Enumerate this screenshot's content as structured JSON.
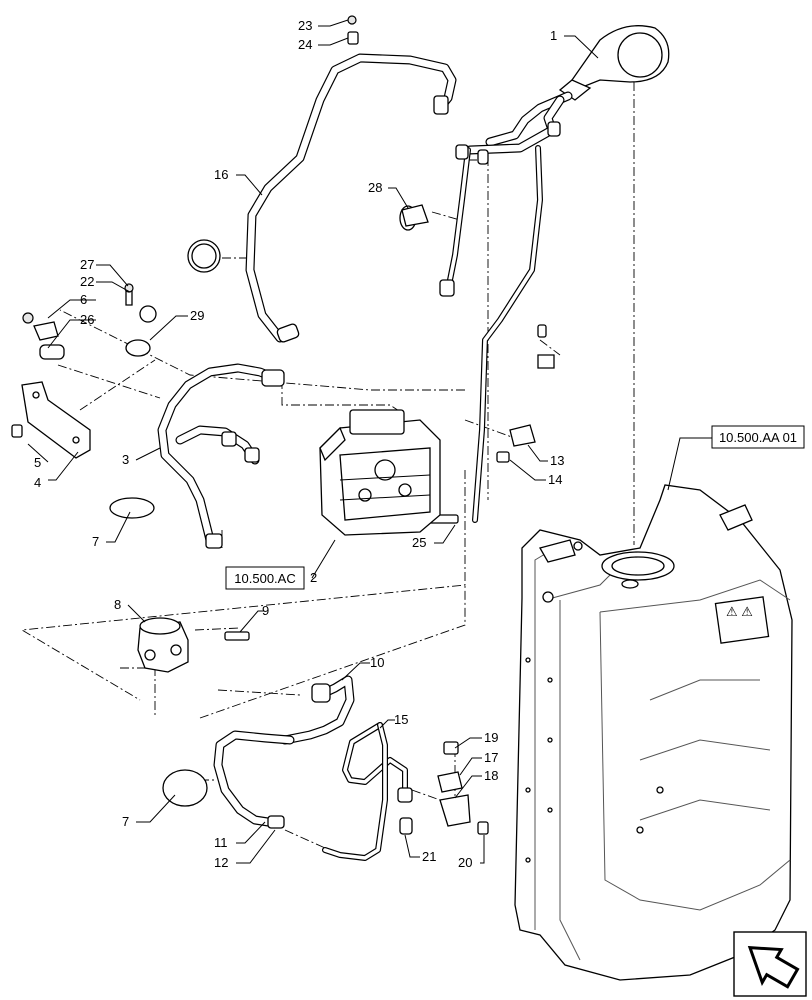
{
  "callouts": {
    "c1": "1",
    "c2": "2",
    "c3": "3",
    "c4": "4",
    "c5": "5",
    "c6": "6",
    "c7a": "7",
    "c7b": "7",
    "c8": "8",
    "c9": "9",
    "c10": "10",
    "c11": "11",
    "c12": "12",
    "c13": "13",
    "c14": "14",
    "c15": "15",
    "c16": "16",
    "c17": "17",
    "c18": "18",
    "c19": "19",
    "c20": "20",
    "c21": "21",
    "c22": "22",
    "c23": "23",
    "c24": "24",
    "c25": "25",
    "c26": "26",
    "c27": "27",
    "c28": "28",
    "c29": "29"
  },
  "refs": {
    "tank_ref": "10.500.AA 01",
    "module_ref": "10.500.AC"
  },
  "icons": {
    "nav": "arrow-navigation-icon"
  }
}
